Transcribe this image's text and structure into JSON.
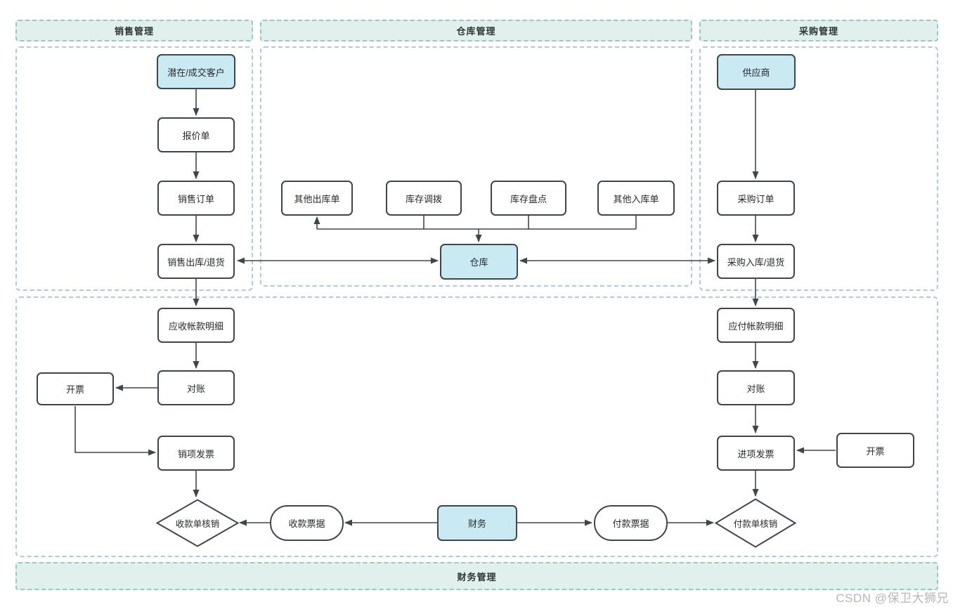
{
  "lanes": {
    "sales": {
      "title": "销售管理"
    },
    "warehouse": {
      "title": "仓库管理"
    },
    "purchase": {
      "title": "采购管理"
    },
    "finance": {
      "title": "财务管理"
    }
  },
  "nodes": {
    "customer": "潜在/成交客户",
    "quotation": "报价单",
    "sales_order": "销售订单",
    "sales_outbound": "销售出库/退货",
    "ar_detail": "应收帐款明细",
    "ar_reconcile": "对账",
    "invoice_left": "开票",
    "sales_invoice": "销项发票",
    "receipt_writeoff": "收款单核销",
    "receipt_bill": "收款票据",
    "finance": "财务",
    "payment_bill": "付款票据",
    "payment_writeoff": "付款单核销",
    "other_outbound": "其他出库单",
    "inventory_transfer": "库存调拨",
    "inventory_count": "库存盘点",
    "other_inbound": "其他入库单",
    "warehouse": "仓库",
    "supplier": "供应商",
    "purchase_order": "采购订单",
    "purchase_inbound": "采购入库/退货",
    "ap_detail": "应付帐款明细",
    "ap_reconcile": "对账",
    "purchase_invoice": "进项发票",
    "invoice_right": "开票"
  },
  "watermark": "CSDN @保卫大狮兄",
  "colors": {
    "highlight_fill": "#c9eaf3",
    "header_fill": "#dff0ed",
    "header_border": "#9bc6c3",
    "lane_border": "#abccd1",
    "node_border": "#3f464b",
    "arrow": "#3f464b",
    "watermark_text": "#b3b7ba"
  }
}
